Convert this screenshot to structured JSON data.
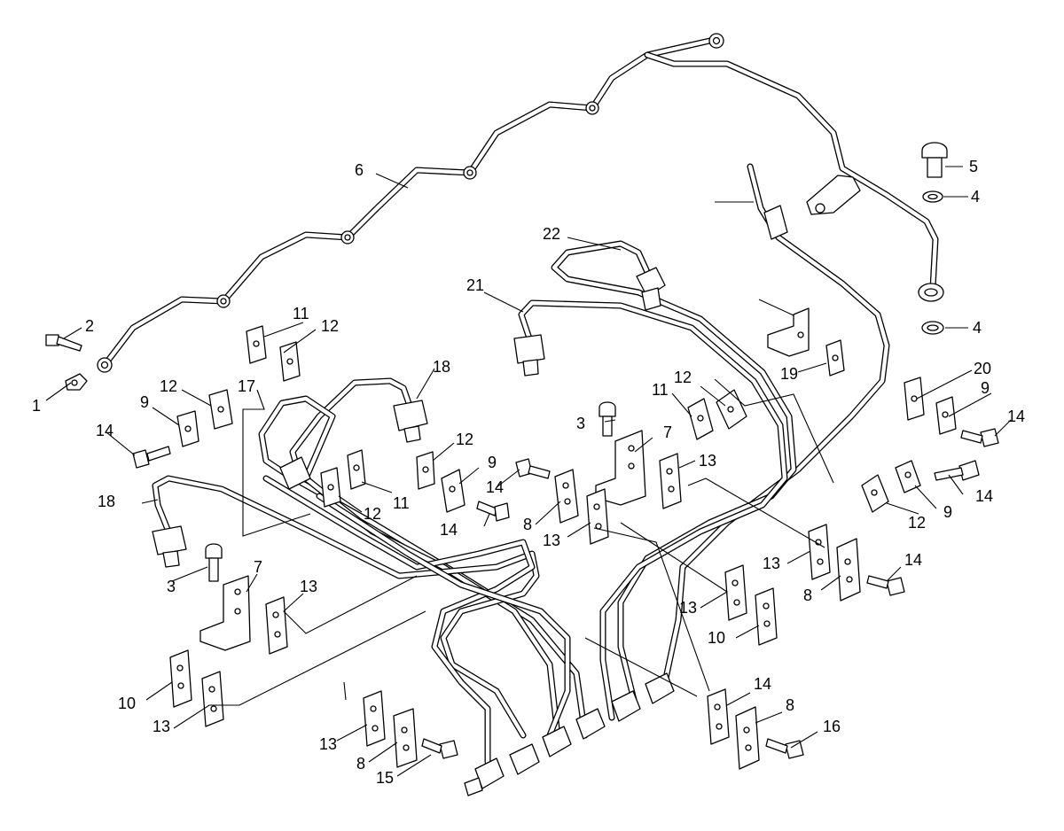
{
  "callouts": [
    {
      "id": "c1",
      "text": "1"
    },
    {
      "id": "c2",
      "text": "2"
    },
    {
      "id": "c3a",
      "text": "3"
    },
    {
      "id": "c3b",
      "text": "3"
    },
    {
      "id": "c4a",
      "text": "4"
    },
    {
      "id": "c4b",
      "text": "4"
    },
    {
      "id": "c5",
      "text": "5"
    },
    {
      "id": "c6",
      "text": "6"
    },
    {
      "id": "c7a",
      "text": "7"
    },
    {
      "id": "c7b",
      "text": "7"
    },
    {
      "id": "c8a",
      "text": "8"
    },
    {
      "id": "c8b",
      "text": "8"
    },
    {
      "id": "c8c",
      "text": "8"
    },
    {
      "id": "c8d",
      "text": "8"
    },
    {
      "id": "c9a",
      "text": "9"
    },
    {
      "id": "c9b",
      "text": "9"
    },
    {
      "id": "c9c",
      "text": "9"
    },
    {
      "id": "c9d",
      "text": "9"
    },
    {
      "id": "c10a",
      "text": "10"
    },
    {
      "id": "c10b",
      "text": "10"
    },
    {
      "id": "c11a",
      "text": "11"
    },
    {
      "id": "c11b",
      "text": "11"
    },
    {
      "id": "c11c",
      "text": "11"
    },
    {
      "id": "c12a",
      "text": "12"
    },
    {
      "id": "c12b",
      "text": "12"
    },
    {
      "id": "c12c",
      "text": "12"
    },
    {
      "id": "c12d",
      "text": "12"
    },
    {
      "id": "c12e",
      "text": "12"
    },
    {
      "id": "c12f",
      "text": "12"
    },
    {
      "id": "c13a",
      "text": "13"
    },
    {
      "id": "c13b",
      "text": "13"
    },
    {
      "id": "c13c",
      "text": "13"
    },
    {
      "id": "c13d",
      "text": "13"
    },
    {
      "id": "c13e",
      "text": "13"
    },
    {
      "id": "c13f",
      "text": "13"
    },
    {
      "id": "c13g",
      "text": "13"
    },
    {
      "id": "c14a",
      "text": "14"
    },
    {
      "id": "c14b",
      "text": "14"
    },
    {
      "id": "c14c",
      "text": "14"
    },
    {
      "id": "c14d",
      "text": "14"
    },
    {
      "id": "c14e",
      "text": "14"
    },
    {
      "id": "c14f",
      "text": "14"
    },
    {
      "id": "c14g",
      "text": "14"
    },
    {
      "id": "c15",
      "text": "15"
    },
    {
      "id": "c16",
      "text": "16"
    },
    {
      "id": "c17",
      "text": "17"
    },
    {
      "id": "c18a",
      "text": "18"
    },
    {
      "id": "c18b",
      "text": "18"
    },
    {
      "id": "c19",
      "text": "19"
    },
    {
      "id": "c20",
      "text": "20"
    },
    {
      "id": "c21",
      "text": "21"
    },
    {
      "id": "c22",
      "text": "22"
    }
  ]
}
